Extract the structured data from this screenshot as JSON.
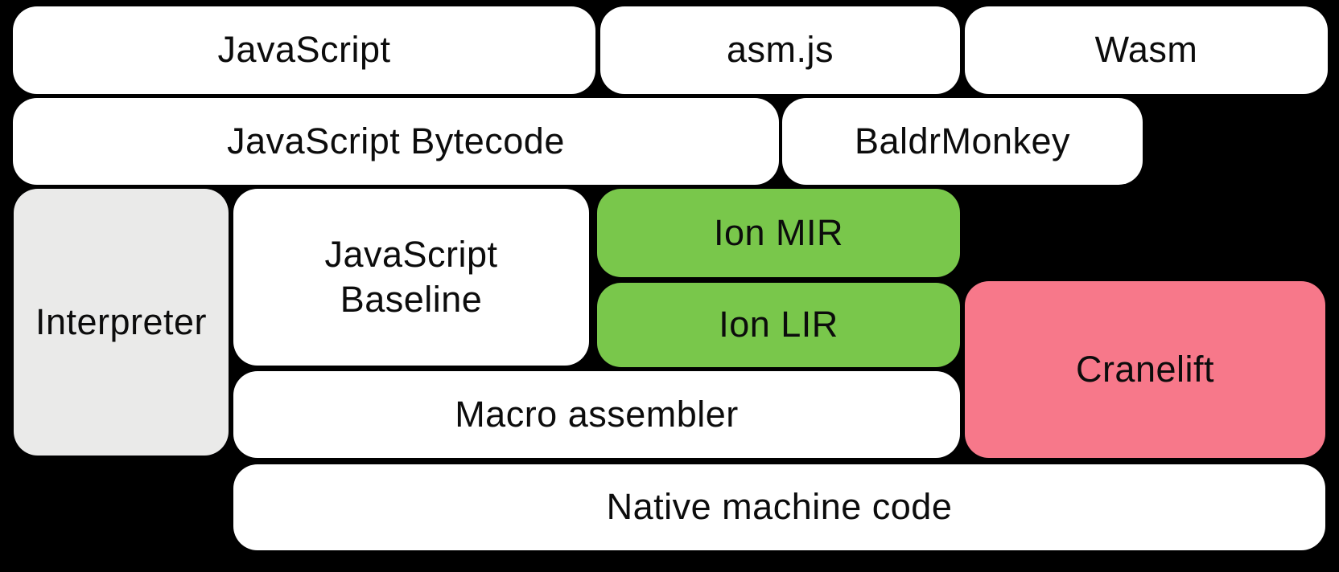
{
  "diagram": {
    "background": "#000000",
    "colors": {
      "white": "#FFFFFF",
      "gray": "#EAEAE9",
      "green": "#79C74B",
      "pink": "#F7788A",
      "text": "#0C0C0C"
    },
    "boxes": {
      "javascript": {
        "label": "JavaScript",
        "color": "#FFFFFF"
      },
      "asmjs": {
        "label": "asm.js",
        "color": "#FFFFFF"
      },
      "wasm": {
        "label": "Wasm",
        "color": "#FFFFFF"
      },
      "js_bytecode": {
        "label": "JavaScript Bytecode",
        "color": "#FFFFFF"
      },
      "baldrmonkey": {
        "label": "BaldrMonkey",
        "color": "#FFFFFF"
      },
      "interpreter": {
        "label": "Interpreter",
        "color": "#EAEAE9"
      },
      "js_baseline": {
        "label": "JavaScript\nBaseline",
        "color": "#FFFFFF"
      },
      "ion_mir": {
        "label": "Ion MIR",
        "color": "#79C74B"
      },
      "ion_lir": {
        "label": "Ion LIR",
        "color": "#79C74B"
      },
      "cranelift": {
        "label": "Cranelift",
        "color": "#F7788A"
      },
      "macro_assembler": {
        "label": "Macro assembler",
        "color": "#FFFFFF"
      },
      "native_machine_code": {
        "label": "Native machine code",
        "color": "#FFFFFF"
      }
    }
  }
}
